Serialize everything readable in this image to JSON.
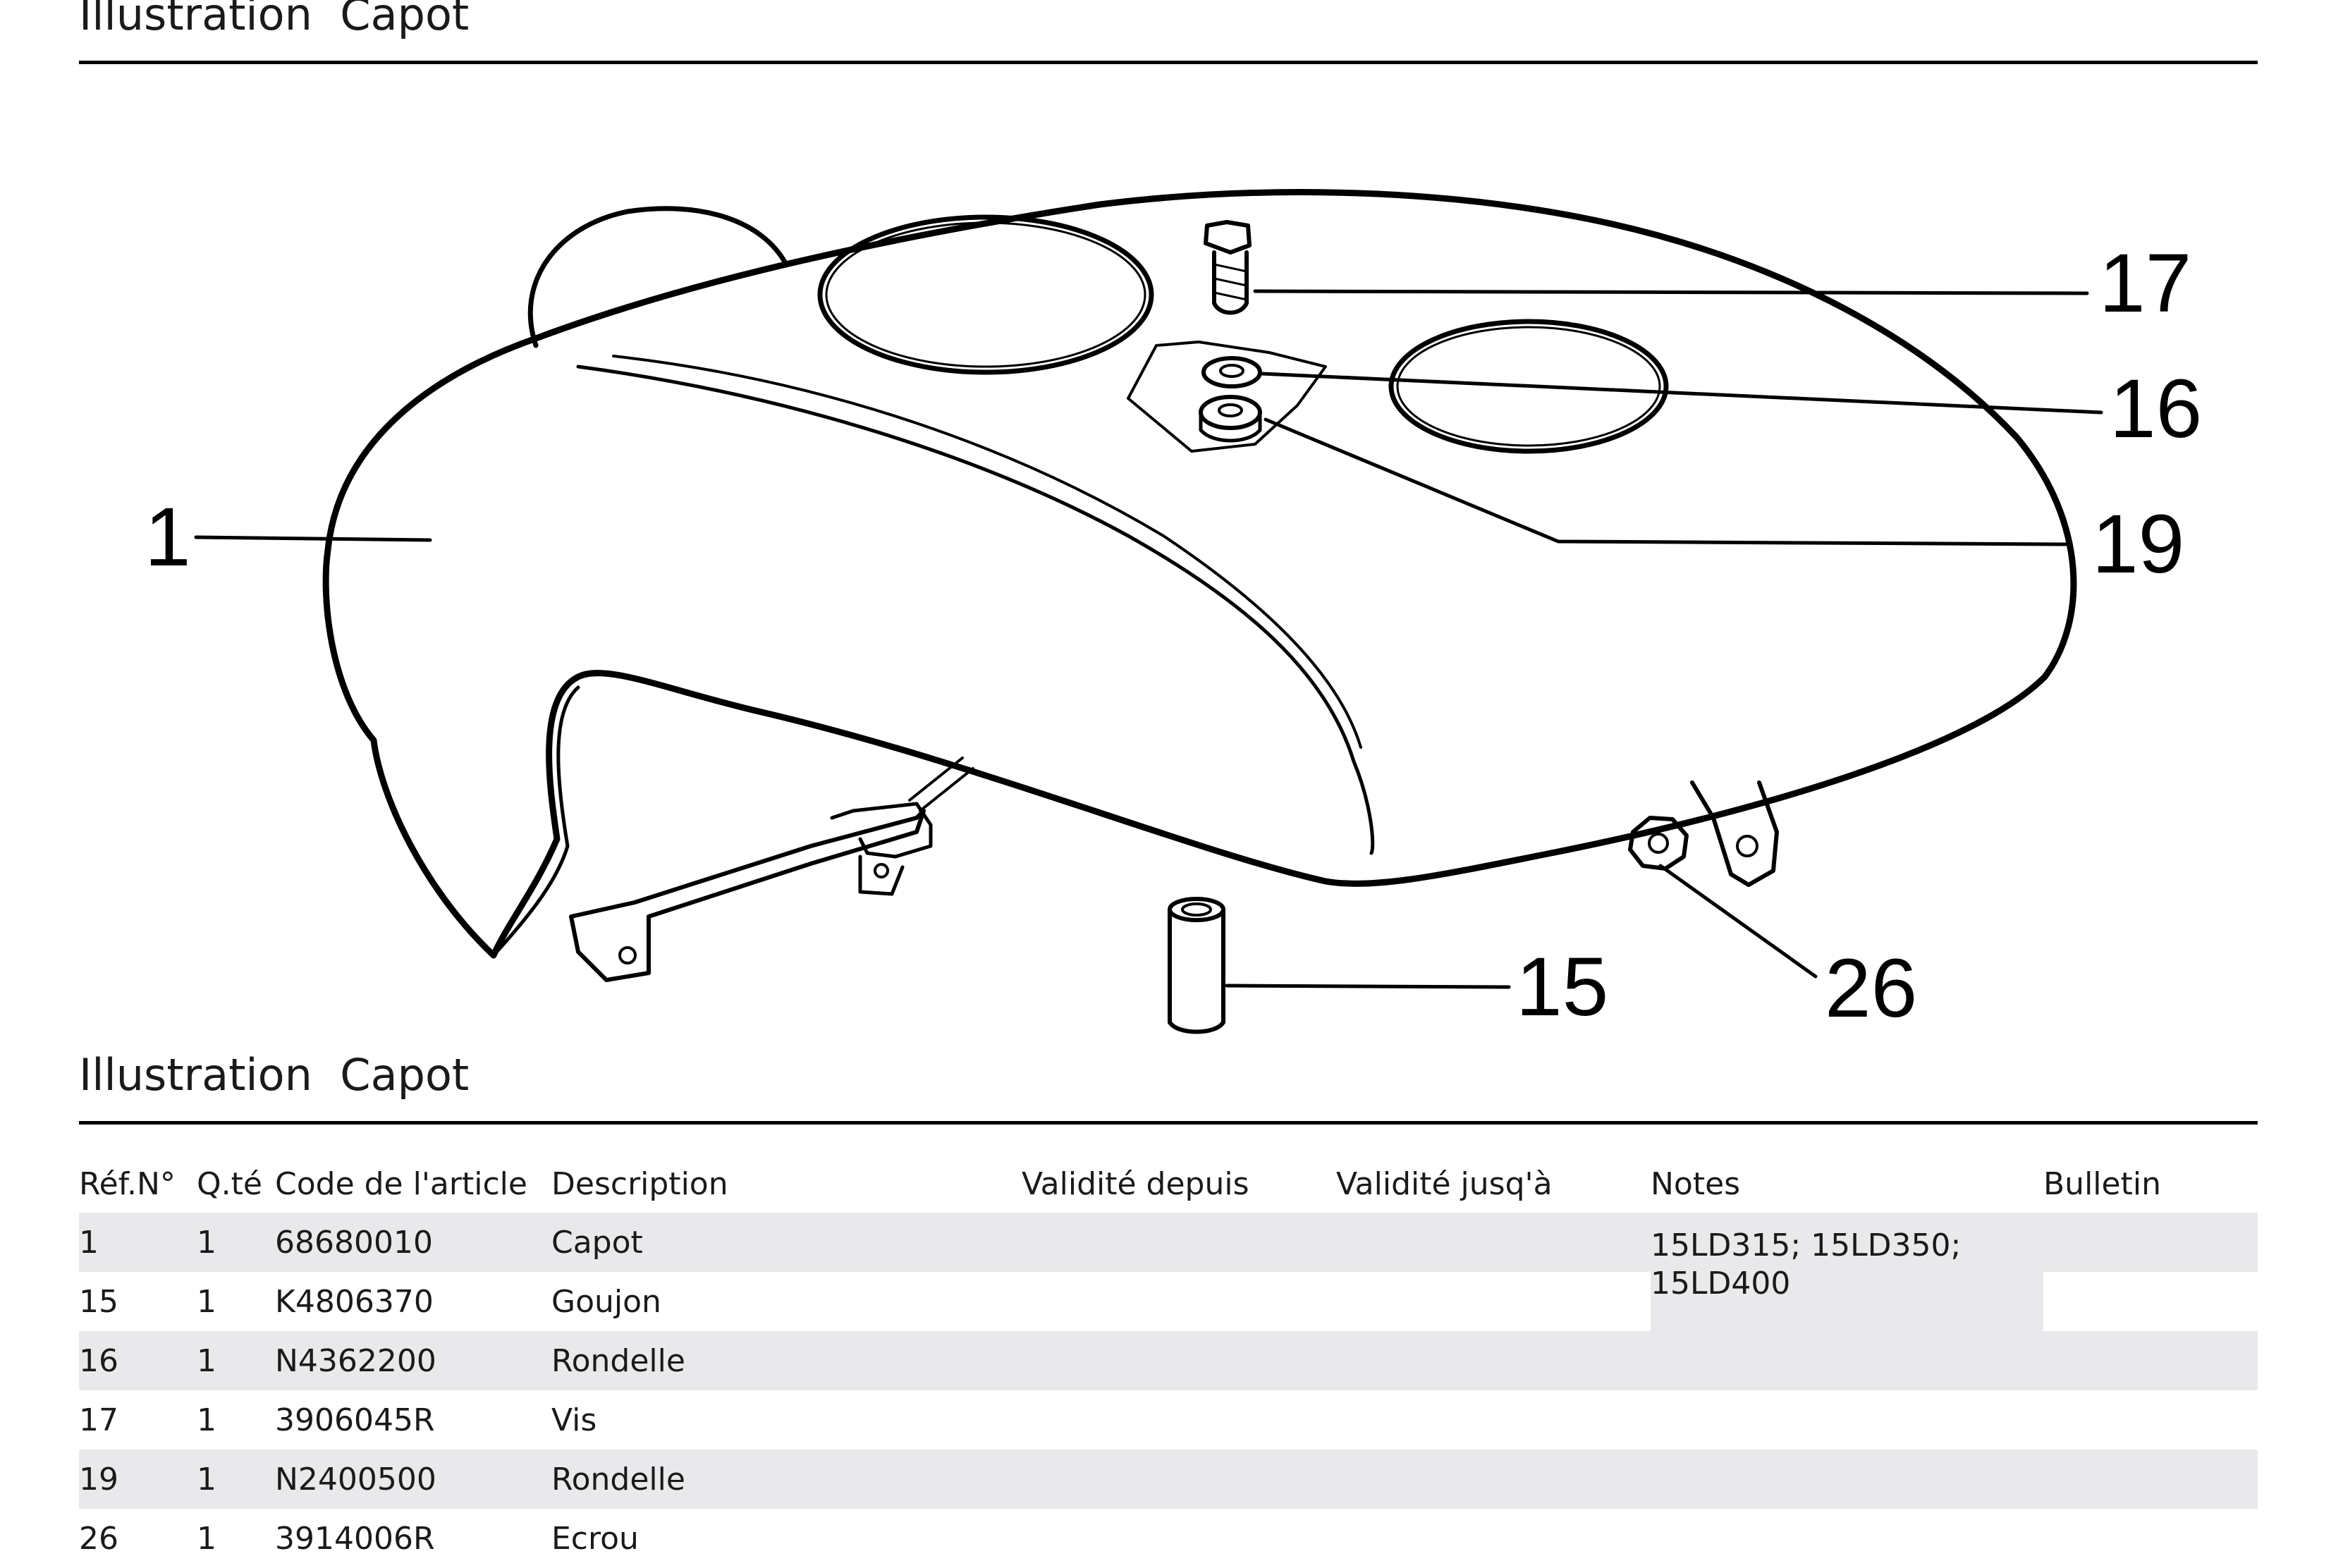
{
  "sections": {
    "top_title": "Illustration  Capot",
    "bottom_title": "Illustration  Capot"
  },
  "illustration": {
    "callouts": {
      "c1": "1",
      "c15": "15",
      "c16": "16",
      "c17": "17",
      "c19": "19",
      "c26": "26"
    }
  },
  "table": {
    "headers": {
      "ref": "Réf.N°",
      "qty": "Q.té",
      "code": "Code de l'article",
      "description": "Description",
      "valid_from": "Validité depuis",
      "valid_to": "Validité jusq'à",
      "notes": "Notes",
      "bulletin": "Bulletin"
    },
    "rows": [
      {
        "ref": "1",
        "qty": "1",
        "code": "68680010",
        "description": "Capot",
        "valid_from": "",
        "valid_to": "",
        "bulletin": ""
      },
      {
        "ref": "15",
        "qty": "1",
        "code": "K4806370",
        "description": "Goujon",
        "valid_from": "",
        "valid_to": "",
        "bulletin": ""
      },
      {
        "ref": "16",
        "qty": "1",
        "code": "N4362200",
        "description": "Rondelle",
        "valid_from": "",
        "valid_to": "",
        "bulletin": ""
      },
      {
        "ref": "17",
        "qty": "1",
        "code": "3906045R",
        "description": "Vis",
        "valid_from": "",
        "valid_to": "",
        "bulletin": ""
      },
      {
        "ref": "19",
        "qty": "1",
        "code": "N2400500",
        "description": "Rondelle",
        "valid_from": "",
        "valid_to": "",
        "bulletin": ""
      },
      {
        "ref": "26",
        "qty": "1",
        "code": "3914006R",
        "description": "Ecrou",
        "valid_from": "",
        "valid_to": "",
        "bulletin": ""
      }
    ],
    "row1_notes": "15LD315; 15LD350; 15LD400"
  }
}
